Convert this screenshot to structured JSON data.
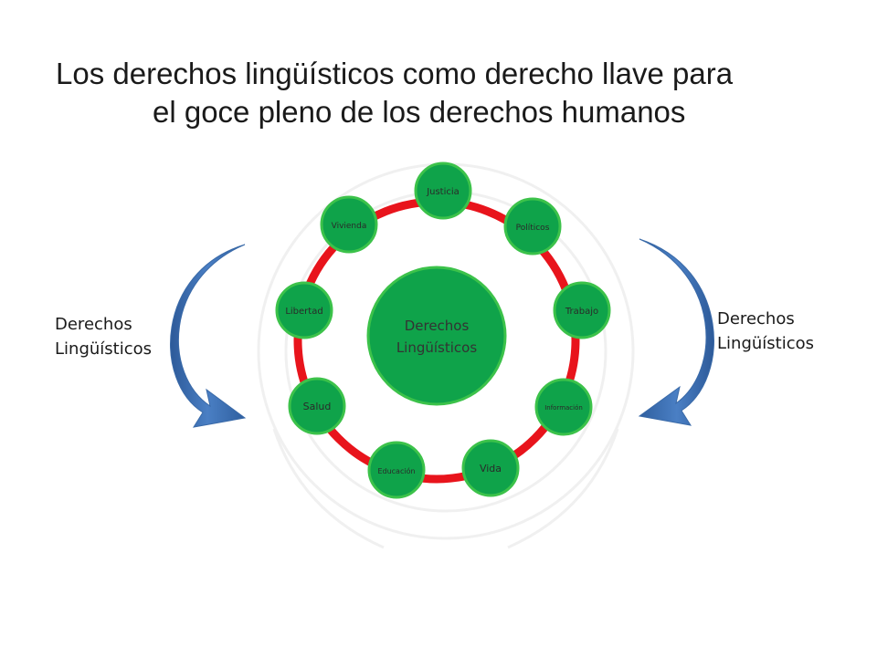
{
  "title": {
    "line1": "Los derechos lingüísticos como derecho llave para",
    "line2": "el goce pleno de los derechos humanos"
  },
  "side_labels": {
    "left": {
      "line1": "Derechos",
      "line2": "Lingüísticos"
    },
    "right": {
      "line1": "Derechos",
      "line2": "Lingüísticos"
    }
  },
  "center_node": {
    "line1": "Derechos",
    "line2": "Lingüísticos"
  },
  "nodes": [
    "Justicia",
    "Políticos",
    "Trabajo",
    "Información",
    "Vida",
    "Educación",
    "Salud",
    "Libertad",
    "Vivienda"
  ],
  "colors": {
    "node_fill": "#0fa34a",
    "node_stroke": "#3cc24a",
    "ring": "#e8141c",
    "arrow": "#3d6fb0",
    "title_text": "#1a1a1a"
  }
}
